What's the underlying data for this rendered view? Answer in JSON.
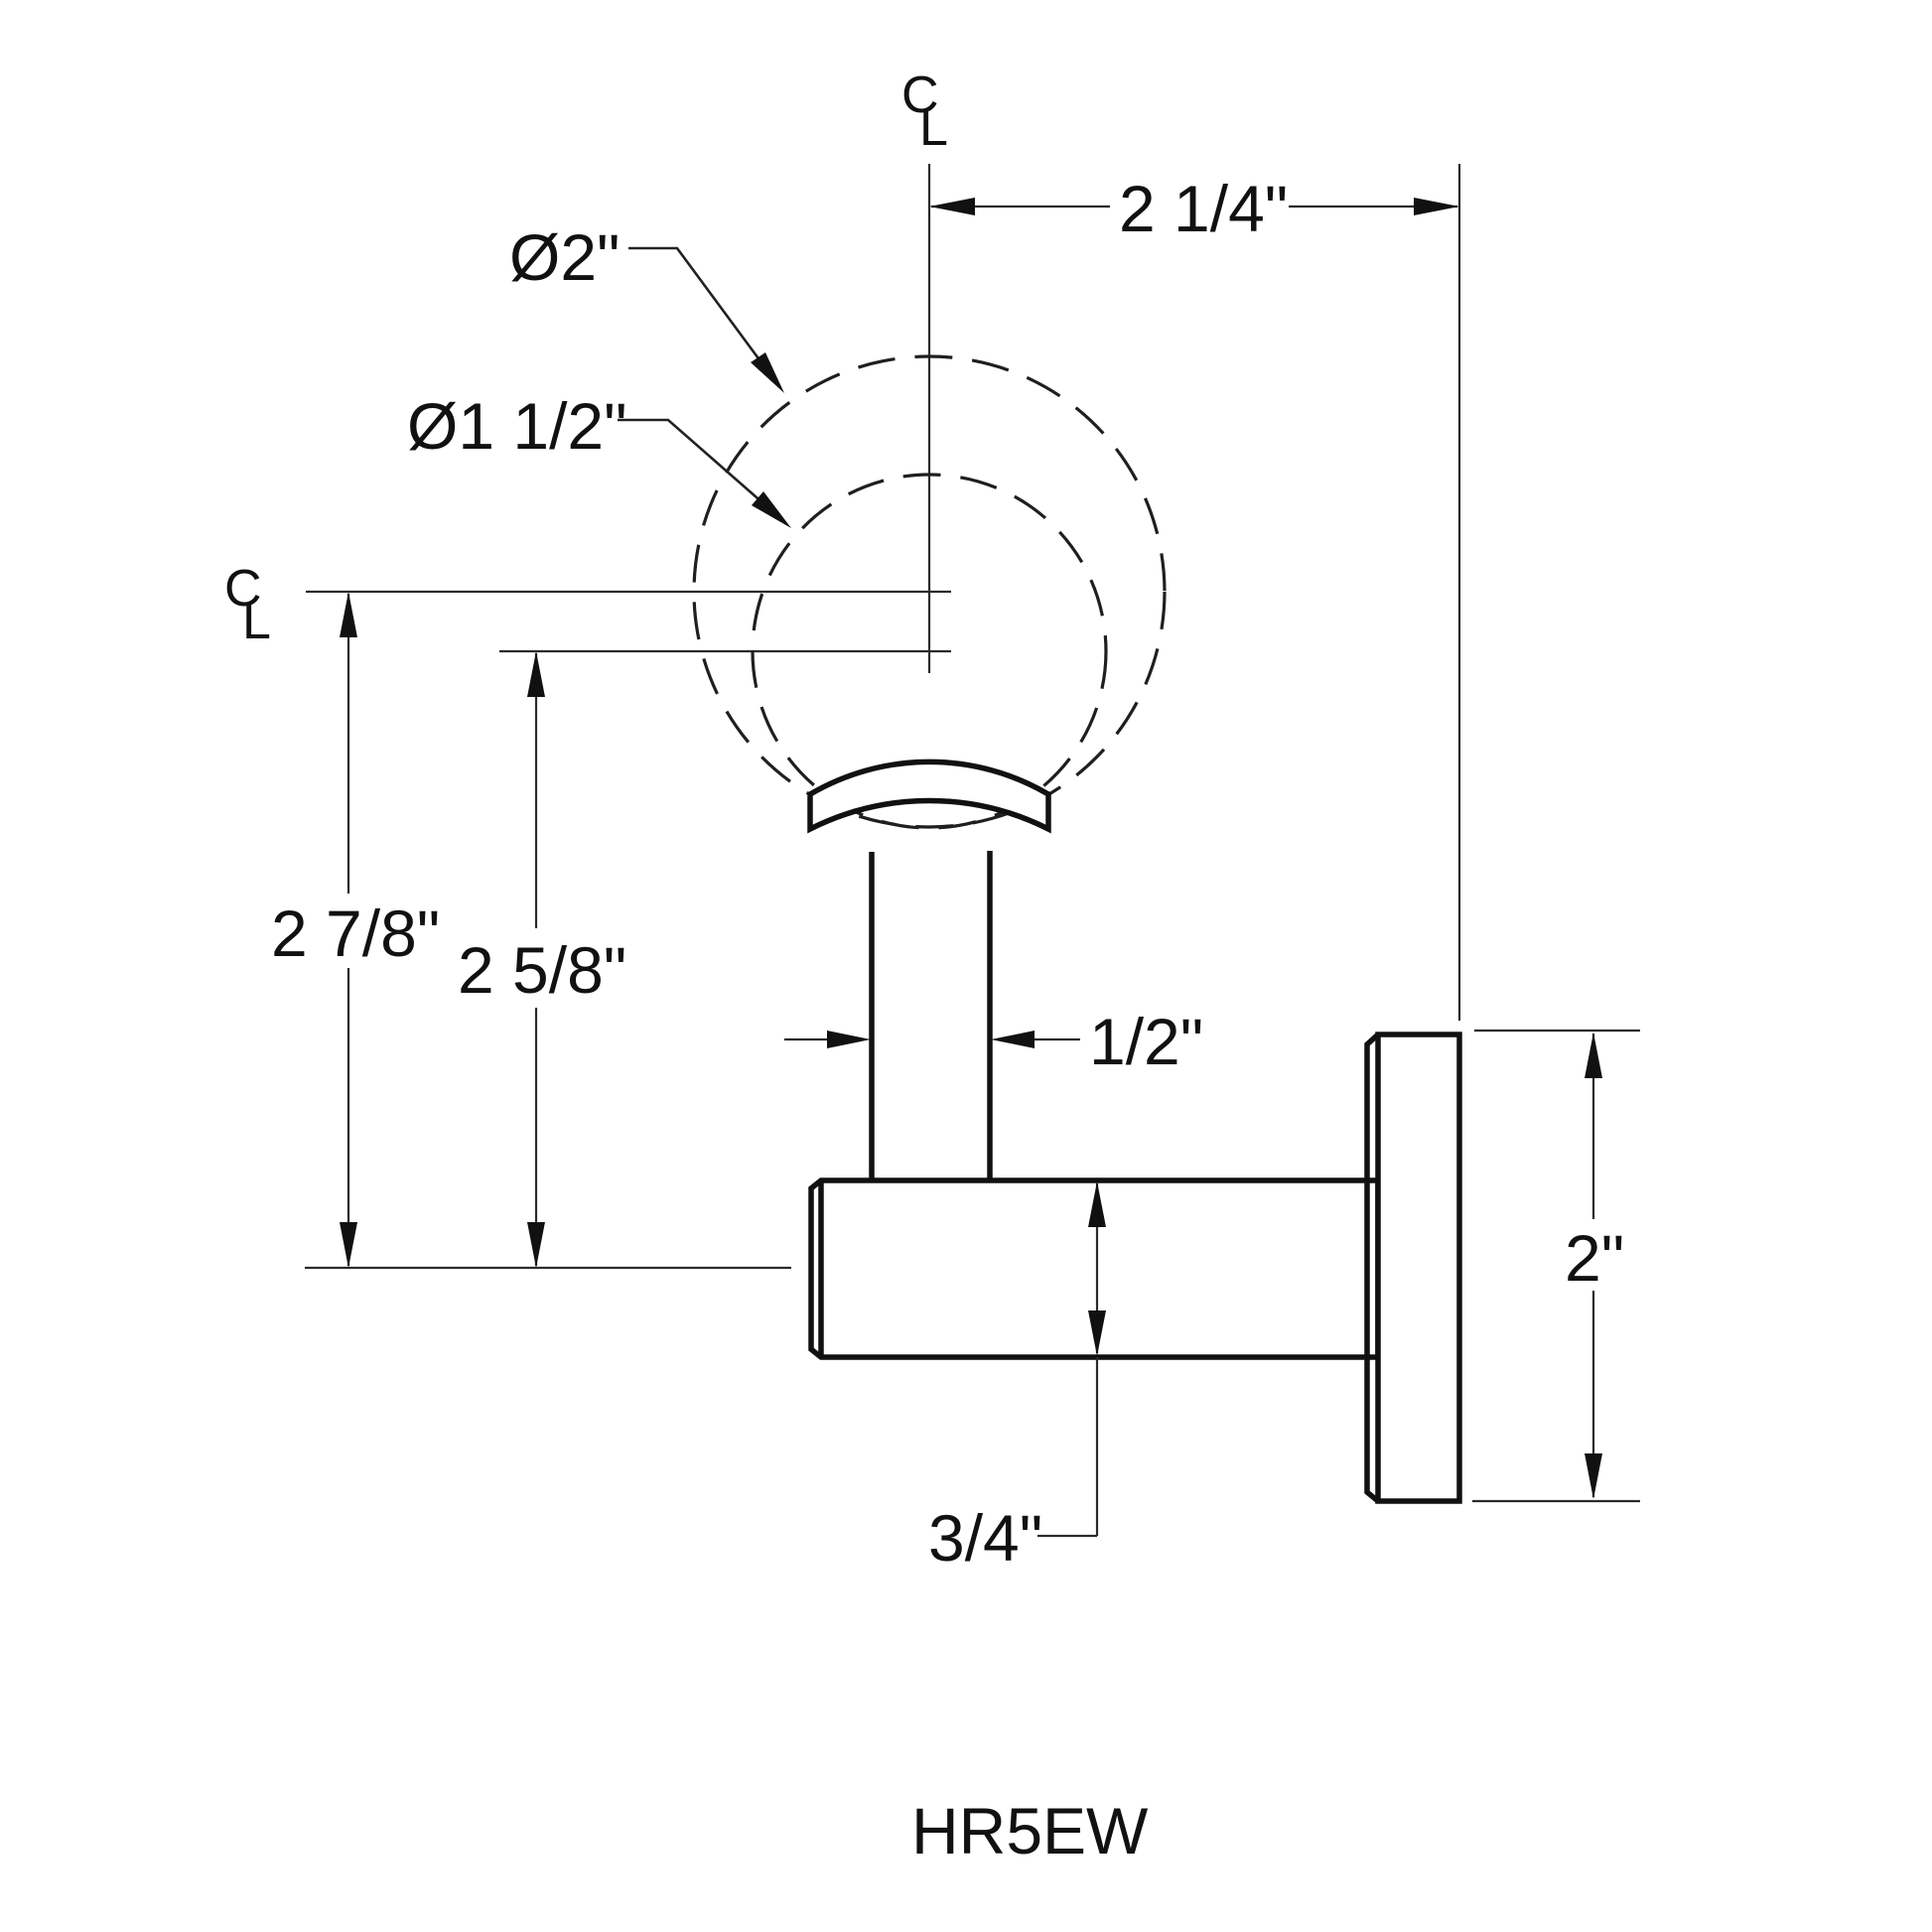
{
  "drawing": {
    "part_number": "HR5EW",
    "background_color": "#ffffff",
    "line_color": "#111111",
    "centerline_symbol": {
      "c": "C",
      "l": "L"
    },
    "callouts": {
      "outer_diameter": "Ø2\"",
      "inner_diameter": "Ø1 1/2\""
    },
    "dimensions": {
      "center_to_wall": "2 1/4\"",
      "large_rail_center_height": "2 7/8\"",
      "small_rail_center_height": "2 5/8\"",
      "post_width": "1/2\"",
      "arm_thickness": "3/4\"",
      "plate_height": "2\""
    }
  }
}
